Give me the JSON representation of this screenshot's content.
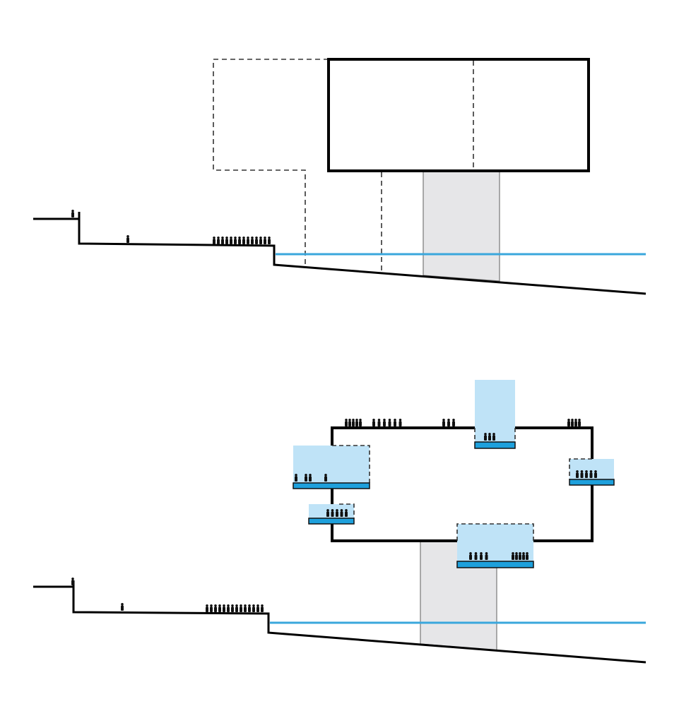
{
  "diagram": {
    "title": "",
    "colors": {
      "ground": "#000000",
      "water": "#3aa7dc",
      "core": "#e6e6e8",
      "pod_fill": "#bfe3f7",
      "slab": "#1ea0dc"
    },
    "sections": [
      {
        "id": "existing",
        "label": "",
        "elements": [
          "terrain",
          "water-line",
          "cantilever-box",
          "dashed-outline",
          "core"
        ],
        "crowds": [
          {
            "location": "upper-ledge",
            "people": 1
          },
          {
            "location": "plaza",
            "people": 1
          },
          {
            "location": "quay-edge",
            "people": 14
          }
        ]
      },
      {
        "id": "proposed",
        "label": "",
        "elements": [
          "terrain",
          "water-line",
          "loop-structure",
          "core",
          "pods"
        ],
        "crowds": [
          {
            "location": "upper-ledge",
            "people": 1
          },
          {
            "location": "plaza",
            "people": 1
          },
          {
            "location": "quay-edge",
            "people": 14
          },
          {
            "location": "roof-left",
            "people": 5
          },
          {
            "location": "roof-mid",
            "people": 6
          },
          {
            "location": "roof-center",
            "people": 3
          },
          {
            "location": "roof-right",
            "people": 4
          }
        ],
        "pods": [
          {
            "id": "pod-top",
            "people": 3
          },
          {
            "id": "pod-left-large",
            "people": 4
          },
          {
            "id": "pod-left-small",
            "people": 5
          },
          {
            "id": "pod-right",
            "people": 5
          },
          {
            "id": "pod-bottom",
            "people": 9
          }
        ]
      }
    ]
  }
}
